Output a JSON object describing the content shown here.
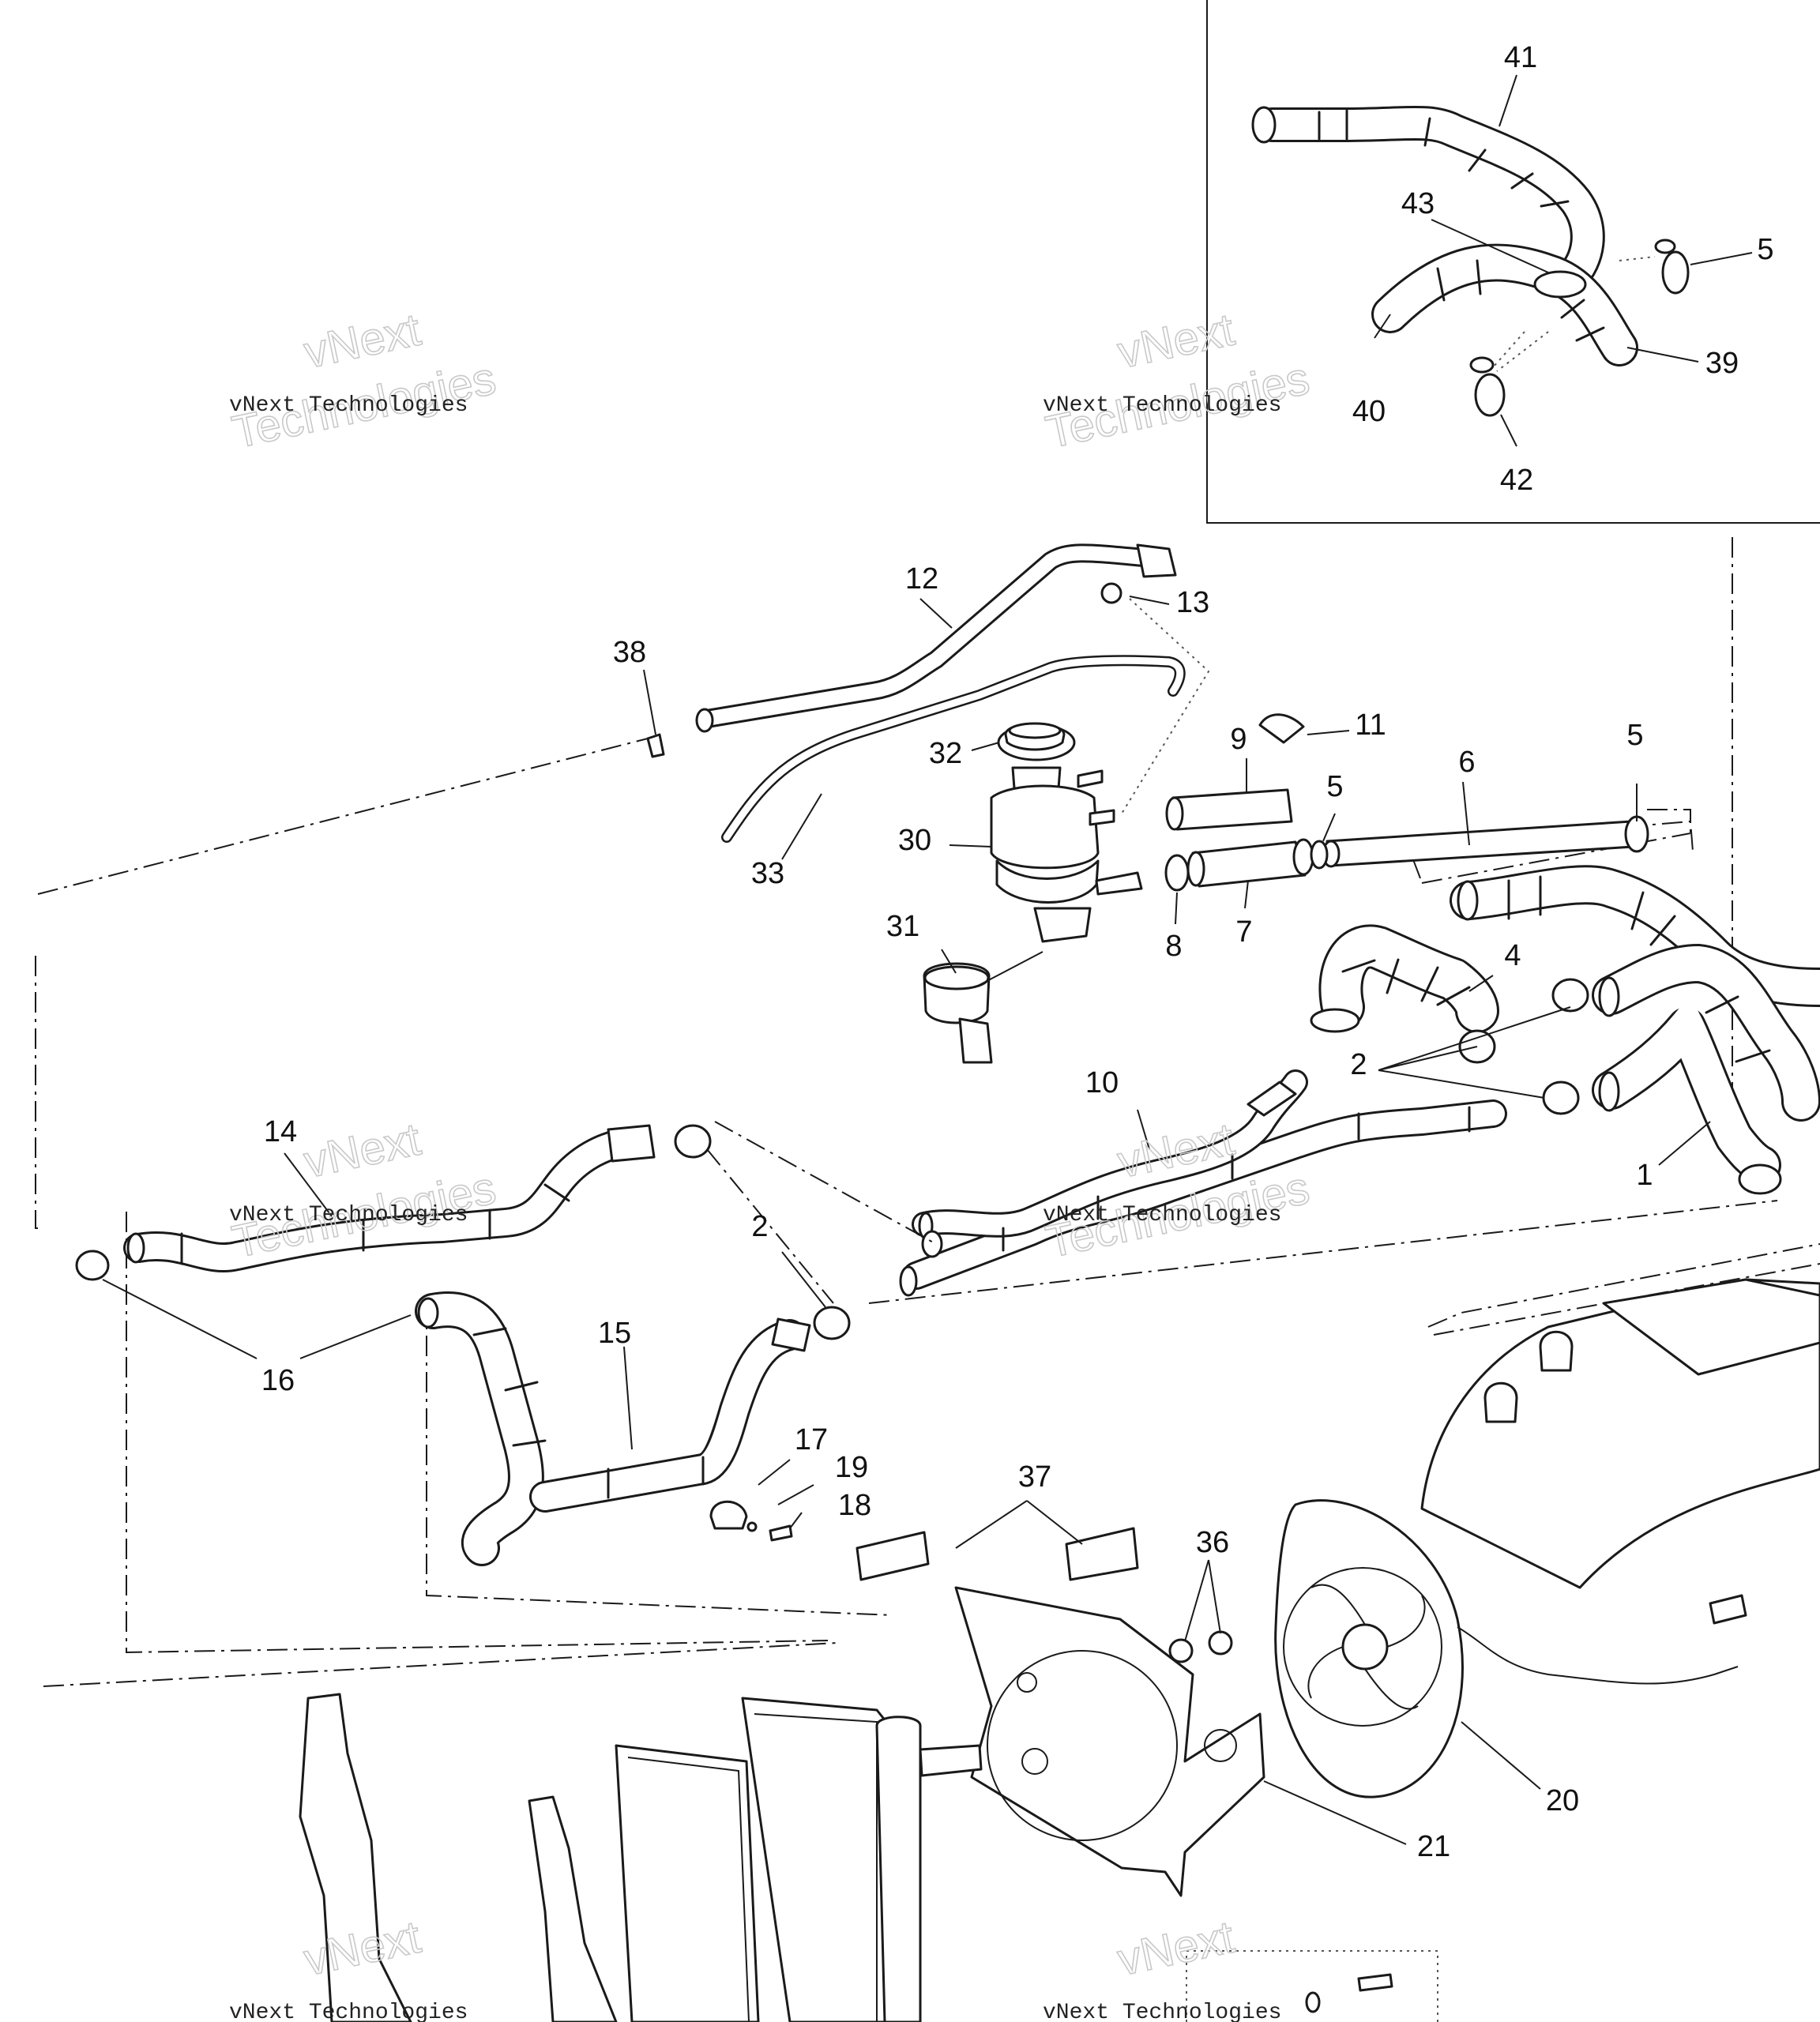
{
  "labels": [
    "41",
    "43",
    "5",
    "39",
    "40",
    "42",
    "12",
    "13",
    "38",
    "11",
    "9",
    "32",
    "5",
    "6",
    "5",
    "33",
    "30",
    "31",
    "8",
    "7",
    "4",
    "2",
    "10",
    "14",
    "1",
    "2",
    "16",
    "15",
    "17",
    "19",
    "18",
    "37",
    "36",
    "20",
    "21"
  ],
  "watermark": {
    "line1": "vNext Technologies",
    "line2": "vNext",
    "line3": "Technologies"
  },
  "colors": {
    "line": "#1a1a1a",
    "watermark": "#c9c9c9",
    "background": "#ffffff"
  }
}
